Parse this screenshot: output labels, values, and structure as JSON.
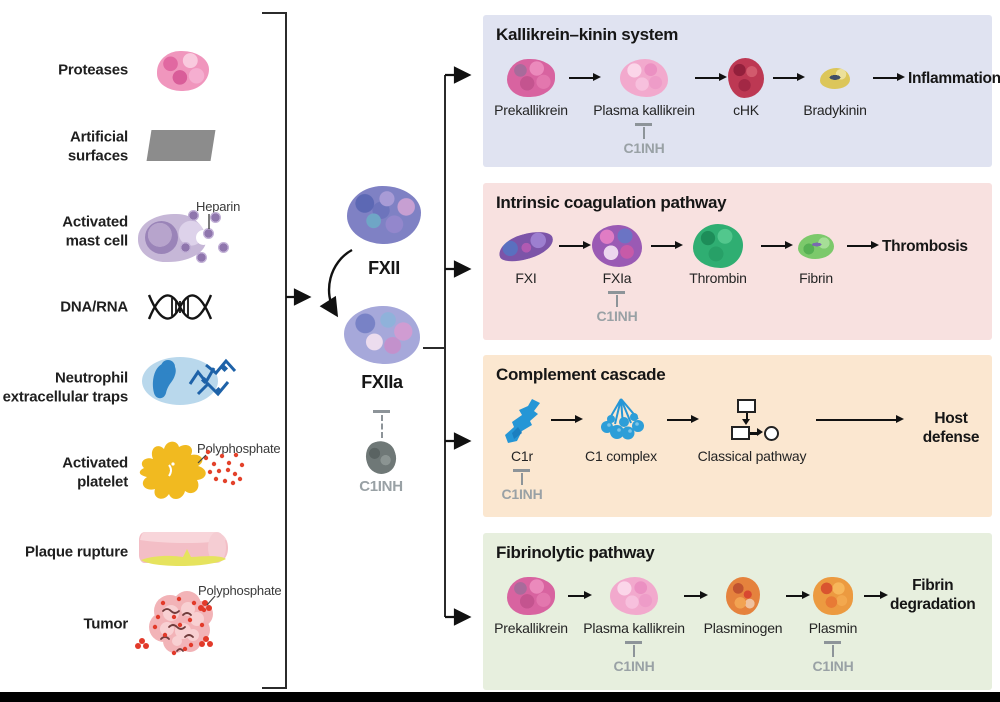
{
  "figure": {
    "left_panel": {
      "activators": [
        {
          "label": "Proteases"
        },
        {
          "label": "Artificial\nsurfaces"
        },
        {
          "label": "Activated\nmast cell",
          "annotation": "Heparin"
        },
        {
          "label": "DNA/RNA"
        },
        {
          "label": "Neutrophil\nextracellular traps"
        },
        {
          "label": "Activated\nplatelet",
          "annotation": "Polyphosphate"
        },
        {
          "label": "Plaque rupture"
        },
        {
          "label": "Tumor",
          "annotation": "Polyphosphate"
        }
      ]
    },
    "center": {
      "zymogen": "FXII",
      "active_enzyme": "FXIIa",
      "inhibitor": "C1INH",
      "inhibitor_color": "#8d9499"
    },
    "pathways": [
      {
        "title": "Kallikrein–kinin system",
        "background": "#e0e3f1",
        "outcome": "Inflammation",
        "nodes": [
          {
            "label": "Prekallikrein"
          },
          {
            "label": "Plasma kallikrein",
            "inhibitor": "C1INH"
          },
          {
            "label": "cHK"
          },
          {
            "label": "Bradykinin"
          }
        ]
      },
      {
        "title": "Intrinsic coagulation pathway",
        "background": "#f8e1e0",
        "outcome": "Thrombosis",
        "nodes": [
          {
            "label": "FXI"
          },
          {
            "label": "FXIa",
            "inhibitor": "C1INH"
          },
          {
            "label": "Thrombin"
          },
          {
            "label": "Fibrin"
          }
        ]
      },
      {
        "title": "Complement cascade",
        "background": "#fbe7d0",
        "outcome": "Host defense",
        "nodes": [
          {
            "label": "C1r",
            "inhibitor": "C1INH"
          },
          {
            "label": "C1 complex"
          },
          {
            "label": "Classical pathway"
          }
        ]
      },
      {
        "title": "Fibrinolytic pathway",
        "background": "#e7efde",
        "outcome": "Fibrin\ndegradation",
        "nodes": [
          {
            "label": "Prekallikrein"
          },
          {
            "label": "Plasma kallikrein",
            "inhibitor": "C1INH"
          },
          {
            "label": "Plasminogen"
          },
          {
            "label": "Plasmin",
            "inhibitor": "C1INH"
          }
        ]
      }
    ]
  }
}
